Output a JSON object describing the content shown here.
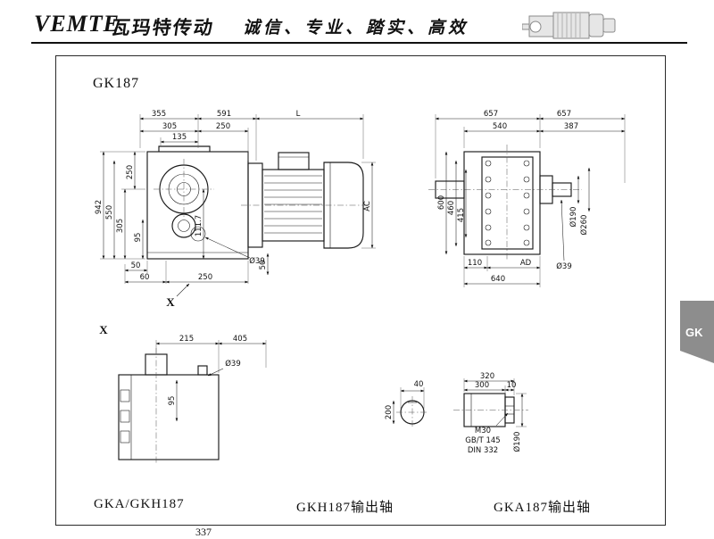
{
  "header": {
    "brand": "VEMTE",
    "brand_cn": "瓦玛特传动",
    "slogan": "诚信、专业、踏实、高效"
  },
  "page": {
    "model": "GK187",
    "side_tab": "GK",
    "page_number": "337"
  },
  "captions": {
    "left": "GKA/GKH187",
    "middle": "GKH187输出轴",
    "right": "GKA187输出轴"
  },
  "front": {
    "top_355": "355",
    "top_591": "591",
    "top_L": "L",
    "top_305": "305",
    "top_250": "250",
    "top_135": "135",
    "left_942": "942",
    "left_550": "550",
    "left_305": "305",
    "left_250": "250",
    "left_95": "95",
    "mid_111_7": "111.7",
    "bot_50": "50",
    "bot_60": "60",
    "bot_250": "250",
    "dia_39": "Ø39",
    "right_50": "50",
    "right_AC": "AC",
    "x_marker": "X"
  },
  "side": {
    "top_657a": "657",
    "top_657b": "657",
    "top_540": "540",
    "top_387": "387",
    "left_600": "600",
    "left_460": "460",
    "left_415": "415",
    "right_dia190": "Ø190",
    "right_dia260": "Ø260",
    "bot_110": "110",
    "bot_AD": "AD",
    "bot_dia39": "Ø39",
    "bot_640": "640"
  },
  "xview": {
    "label": "X",
    "top_215": "215",
    "top_405": "405",
    "dia_39": "Ø39",
    "v_95": "95"
  },
  "gkh": {
    "dim_40": "40",
    "dim_200": "200"
  },
  "gka": {
    "top_320": "320",
    "top_300": "300",
    "top_10": "10",
    "dia_190": "Ø190",
    "note_m30": "M30",
    "note_gbt": "GB/T 145",
    "note_din": "DIN 332"
  }
}
